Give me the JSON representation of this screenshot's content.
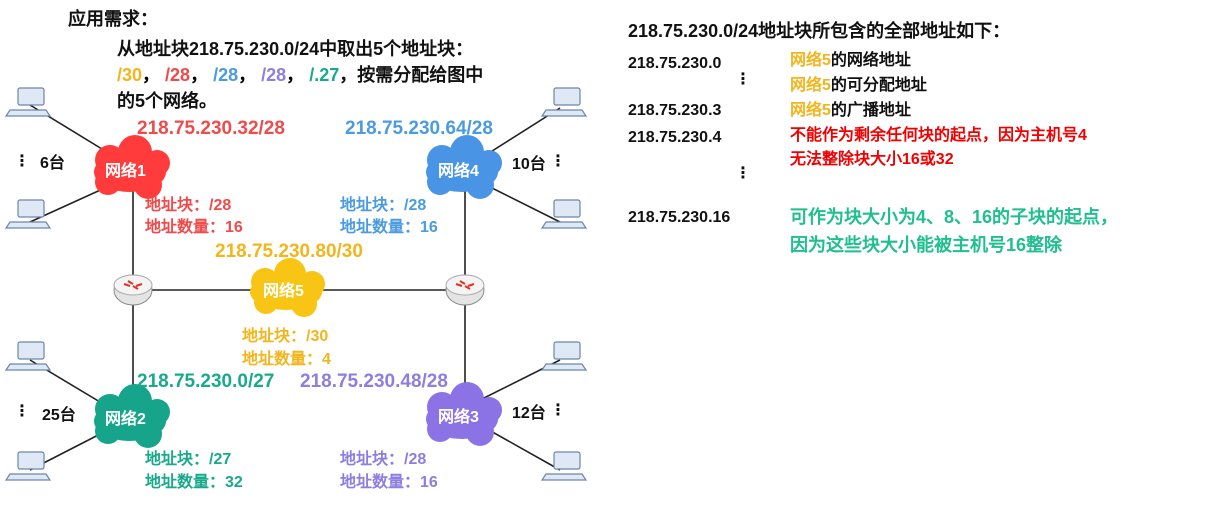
{
  "requirement": {
    "title": "应用需求：",
    "line1": "从地址块218.75.230.0/24中取出5个地址块：",
    "sizes": [
      {
        "text": "/30",
        "color": "#f2b51c"
      },
      {
        "text": "/28",
        "color": "#f04a4a"
      },
      {
        "text": "/28",
        "color": "#4a9be0"
      },
      {
        "text": "/28",
        "color": "#8d7ee0"
      },
      {
        "text": "/.27",
        "color": "#19a98b"
      }
    ],
    "sep": "，",
    "line2_tail": "，按需分配给图中",
    "line3": "的5个网络。"
  },
  "networks": {
    "net1": {
      "name": "网络1",
      "prefix": "218.75.230.32/28",
      "block": "地址块：/28",
      "count": "地址数量：16",
      "hosts": "6台",
      "color": "#ff3b3b"
    },
    "net2": {
      "name": "网络2",
      "prefix": "218.75.230.0/27",
      "block": "地址块：/27",
      "count": "地址数量：32",
      "hosts": "25台",
      "color": "#16a58a"
    },
    "net3": {
      "name": "网络3",
      "prefix": "218.75.230.48/28",
      "block": "地址块：/28",
      "count": "地址数量：16",
      "hosts": "12台",
      "color": "#8b73e6"
    },
    "net4": {
      "name": "网络4",
      "prefix": "218.75.230.64/28",
      "block": "地址块：/28",
      "count": "地址数量：16",
      "hosts": "10台",
      "color": "#4a94e6"
    },
    "net5": {
      "name": "网络5",
      "prefix": "218.75.230.80/30",
      "block": "地址块：/30",
      "count": "地址数量：4",
      "color": "#f8c514"
    }
  },
  "vdots": "⋮",
  "right_panel": {
    "title": "218.75.230.0/24地址块所包含的全部地址如下：",
    "net5_label": "网络5",
    "rows": [
      {
        "addr": "218.75.230.0",
        "desc": "的网络地址"
      },
      {
        "addr": "",
        "desc": "的可分配地址"
      },
      {
        "addr": "218.75.230.3",
        "desc": "的广播地址"
      }
    ],
    "row4_addr": "218.75.230.4",
    "row4_desc1": "不能作为剩余任何块的起点，因为主机号4",
    "row4_desc2": "无法整除块大小16或32",
    "row5_addr": "218.75.230.16",
    "row5_desc1": "可作为块大小为4、8、16的子块的起点，",
    "row5_desc2": "因为这些块大小能被主机号16整除"
  }
}
